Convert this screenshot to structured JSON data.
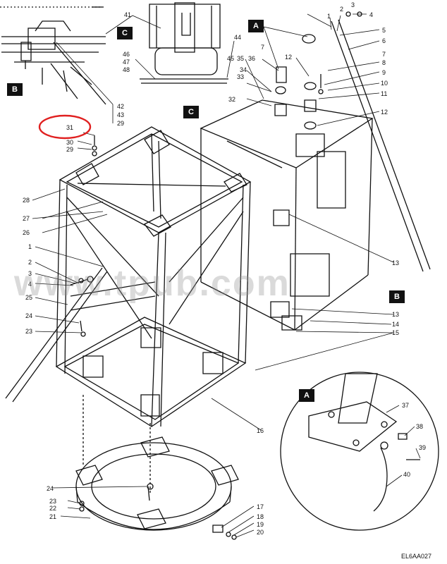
{
  "watermark": "www.tpub.com",
  "figure_code": "EL6AA027",
  "detail_badges": [
    "A",
    "B",
    "C"
  ],
  "callouts": [
    "1",
    "2",
    "3",
    "4",
    "5",
    "6",
    "7",
    "8",
    "9",
    "10",
    "11",
    "12",
    "13",
    "14",
    "15",
    "16",
    "17",
    "18",
    "19",
    "20",
    "21",
    "22",
    "23",
    "24",
    "25",
    "26",
    "27",
    "28",
    "29",
    "30",
    "31",
    "32",
    "33",
    "34",
    "35",
    "36",
    "37",
    "38",
    "39",
    "40",
    "41",
    "42",
    "43",
    "44",
    "45",
    "46",
    "47",
    "48"
  ],
  "highlight": {
    "label": "31",
    "ring_color": "#e02020"
  },
  "colors": {
    "line": "#111111",
    "background": "#ffffff"
  }
}
